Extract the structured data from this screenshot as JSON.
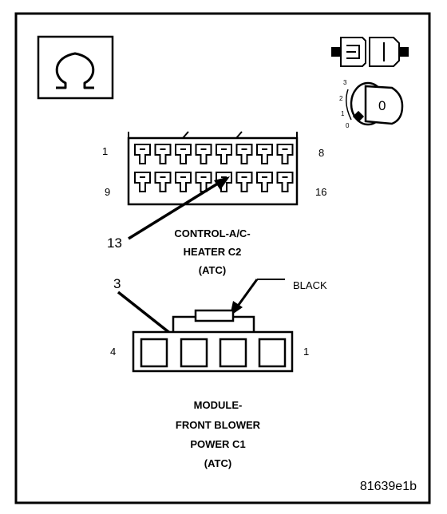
{
  "icons": {
    "ohmmeter": "ohm-symbol-icon",
    "ignition_off": "ignition-key-off-icon",
    "disconnect": "disconnected-connector-icon"
  },
  "ignition": {
    "positions": [
      "3",
      "2",
      "1",
      "0"
    ],
    "key_symbol": "0"
  },
  "connector_c2": {
    "pin_start_top": "1",
    "pin_end_top": "8",
    "pin_start_bottom": "9",
    "pin_end_bottom": "16",
    "callout_pin": "13",
    "title_lines": [
      "CONTROL-A/C-",
      "HEATER C2",
      "(ATC)"
    ]
  },
  "connector_c1": {
    "pin_left": "4",
    "pin_right": "1",
    "callout_pin": "3",
    "color_label": "BLACK",
    "title_lines": [
      "MODULE-",
      "FRONT BLOWER",
      "POWER C1",
      "(ATC)"
    ]
  },
  "figure_id": "81639e1b"
}
